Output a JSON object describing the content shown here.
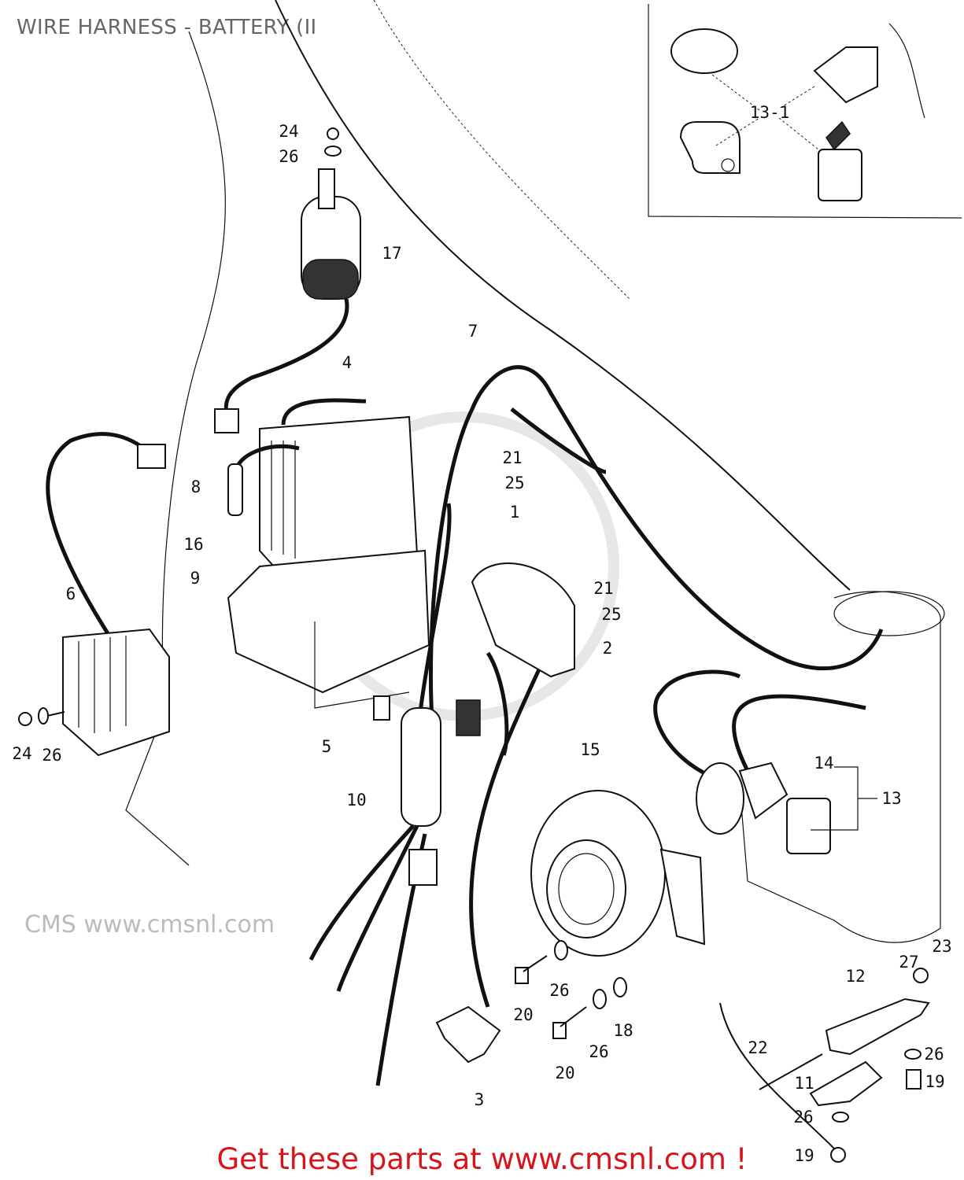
{
  "title": "WIRE HARNESS - BATTERY (II",
  "footer": "Get these parts at www.cmsnl.com !",
  "watermark": "CMS www.cmsnl.com",
  "colors": {
    "footer": "#d8141b",
    "title": "#666666"
  },
  "inset": {
    "label": "13-1"
  },
  "callouts": [
    "24",
    "26",
    "17",
    "4",
    "7",
    "21",
    "25",
    "1",
    "8",
    "16",
    "9",
    "21",
    "25",
    "2",
    "6",
    "24",
    "26",
    "5",
    "15",
    "14",
    "13",
    "10",
    "26",
    "20",
    "18",
    "26",
    "20",
    "3",
    "12",
    "27",
    "23",
    "22",
    "11",
    "26",
    "19",
    "26",
    "19"
  ]
}
